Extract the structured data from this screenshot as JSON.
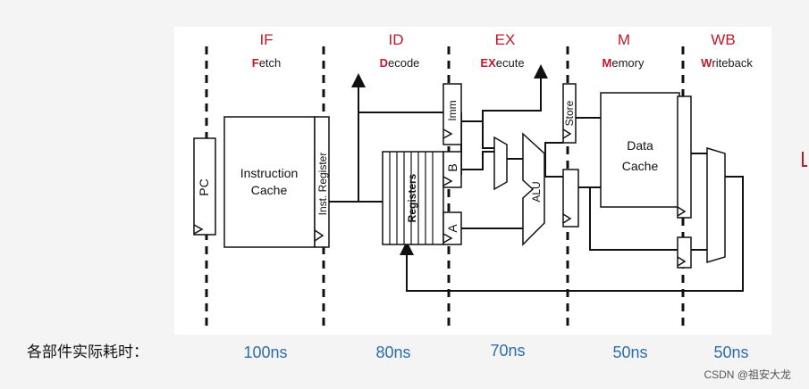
{
  "stages": [
    {
      "id": "if",
      "name": "IF",
      "sub_key": "F",
      "sub_rest": "etch",
      "time": "100ns"
    },
    {
      "id": "id",
      "name": "ID",
      "sub_key": "D",
      "sub_rest": "ecode",
      "time": "80ns"
    },
    {
      "id": "ex",
      "name": "EX",
      "sub_key": "EX",
      "sub_rest": "ecute",
      "time": "70ns"
    },
    {
      "id": "m",
      "name": "M",
      "sub_key": "M",
      "sub_rest": "emory",
      "time": "50ns"
    },
    {
      "id": "wb",
      "name": "WB",
      "sub_key": "W",
      "sub_rest": "riteback",
      "time": "50ns"
    }
  ],
  "components": {
    "pc": "PC",
    "instruction_cache_line1": "Instruction",
    "instruction_cache_line2": "Cache",
    "inst_register": "Inst. Register",
    "registers": "Registers",
    "imm": "Imm",
    "reg_a": "A",
    "reg_b": "B",
    "alu": "ALU",
    "store": "Store",
    "data_cache_line1": "Data",
    "data_cache_line2": "Cache"
  },
  "caption": "各部件实际耗时：",
  "watermark": "CSDN @祖安大龙"
}
